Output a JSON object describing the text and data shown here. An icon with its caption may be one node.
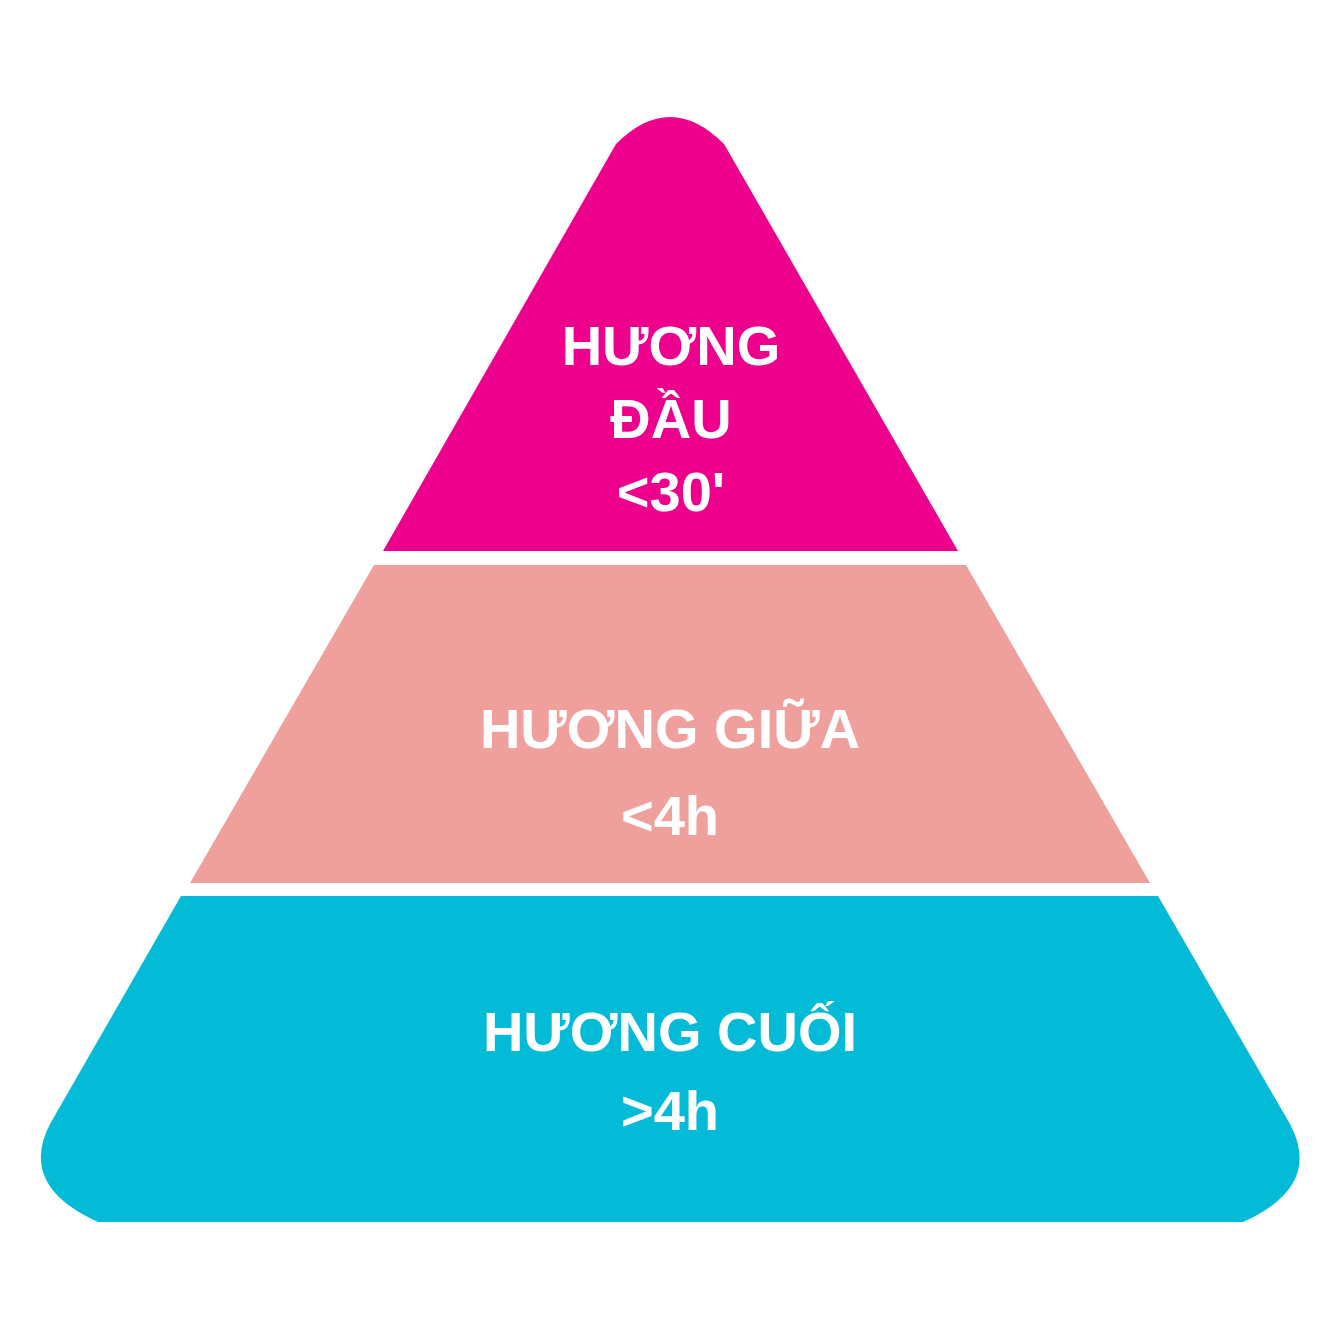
{
  "diagram": {
    "nodes": [
      {
        "text": [
          "HƯƠNG ĐẦU",
          "<30'"
        ]
      },
      {
        "text": [
          "HƯƠNG GIỮA",
          "<4h"
        ]
      },
      {
        "text": [
          "HƯƠNG CUỐI",
          ">4h"
        ]
      }
    ]
  }
}
